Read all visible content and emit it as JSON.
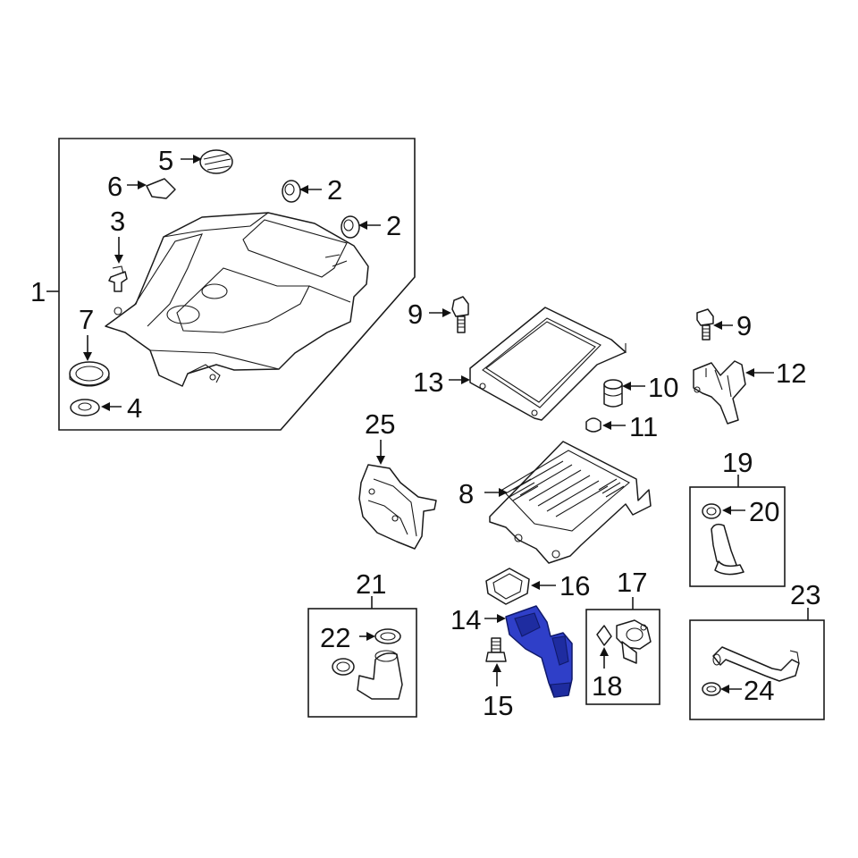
{
  "diagram": {
    "highlight_color": "#2f3fc8",
    "labels": {
      "c1": "1",
      "c2a": "2",
      "c2b": "2",
      "c3": "3",
      "c4": "4",
      "c5": "5",
      "c6": "6",
      "c7": "7",
      "c8": "8",
      "c9a": "9",
      "c9b": "9",
      "c10": "10",
      "c11": "11",
      "c12": "12",
      "c13": "13",
      "c14": "14",
      "c15": "15",
      "c16": "16",
      "c17": "17",
      "c18": "18",
      "c19": "19",
      "c20": "20",
      "c21": "21",
      "c22": "22",
      "c23": "23",
      "c24": "24",
      "c25": "25"
    }
  }
}
